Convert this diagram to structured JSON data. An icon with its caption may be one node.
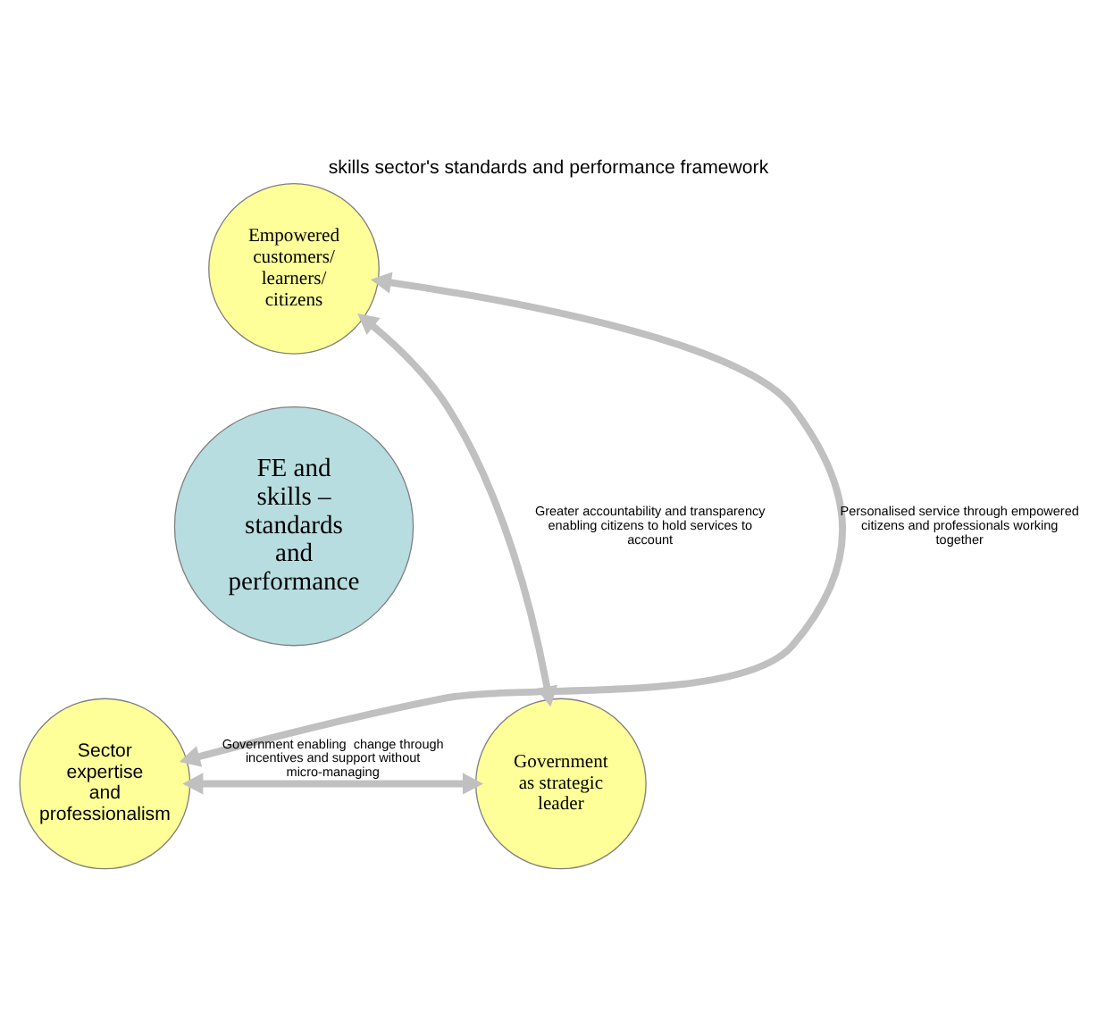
{
  "diagram": {
    "title": "skills sector's standards and performance framework",
    "nodes": [
      {
        "text": [
          "Empowered customers/ learners/ citizens"
        ]
      },
      {
        "text": [
          "FE and skills – standards and performance"
        ]
      },
      {
        "text": [
          "Sector expertise and professionalism"
        ]
      },
      {
        "text": [
          "Government as strategic leader"
        ]
      }
    ],
    "edges": [
      {
        "from": 2,
        "to": 0,
        "arrow": "both",
        "label": "Personalised service through empowered citizens and professionals working together"
      },
      {
        "from": 0,
        "to": 3,
        "arrow": "both",
        "label": "Greater accountability and transparency enabling citizens to hold services to account"
      },
      {
        "from": 2,
        "to": 3,
        "arrow": "both",
        "label": "Government enabling  change through incentives and support without micro-managing"
      }
    ]
  }
}
